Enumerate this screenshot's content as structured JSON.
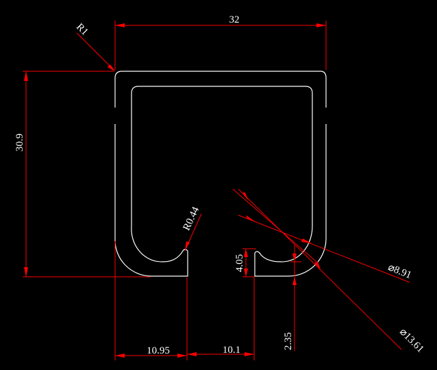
{
  "colors": {
    "background": "#000000",
    "profile": "#ffffff",
    "dimension_lines": "#ff0000",
    "dimension_text": "#ffffff"
  },
  "dimensions": {
    "overall_width": "32",
    "overall_height": "30.9",
    "corner_radius": "R1",
    "slot_radius": "R0.44",
    "left_leg_width": "10.95",
    "slot_width": "10.1",
    "lip_height": "4.05",
    "lip_offset": "2.35",
    "inner_diameter": "⌀8.91",
    "outer_diameter": "⌀13.61"
  }
}
